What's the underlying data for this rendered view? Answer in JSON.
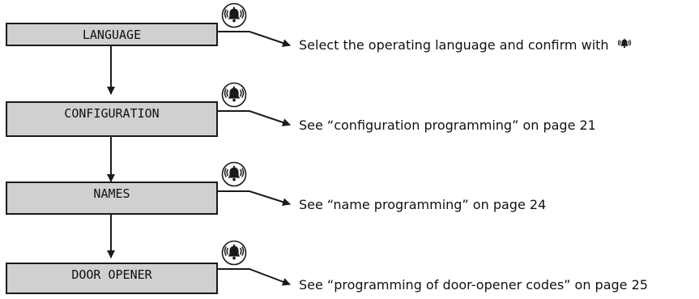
{
  "steps": [
    {
      "label": "LANGUAGE",
      "confirm_icon": "bell-icon",
      "description": "Select the operating language and confirm with",
      "description_icon": "bell-icon"
    },
    {
      "label": "CONFIGURATION",
      "confirm_icon": "bell-icon",
      "description": "See “configuration programming” on page 21"
    },
    {
      "label": "NAMES",
      "confirm_icon": "bell-icon",
      "description": "See “name programming” on page 24"
    },
    {
      "label": "DOOR OPENER",
      "confirm_icon": "bell-icon",
      "description": "See “programming of door-opener codes” on page 25"
    }
  ],
  "colors": {
    "box_fill": "#d0d0d0",
    "stroke": "#1a1a1a",
    "text": "#111111"
  }
}
